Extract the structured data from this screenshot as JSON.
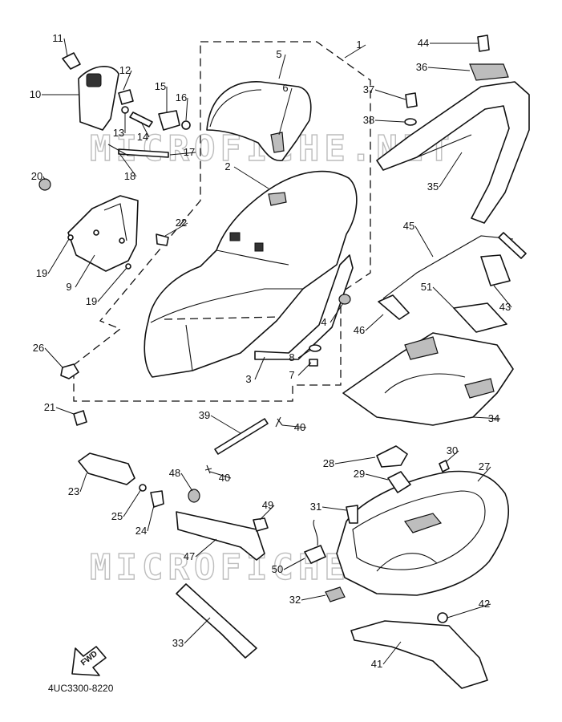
{
  "watermark": "MICROFICHE.NET",
  "diagram_code": "4UC3300-8220",
  "fwd_label": "FWD",
  "labels": [
    "1",
    "2",
    "3",
    "4",
    "5",
    "6",
    "7",
    "8",
    "9",
    "10",
    "11",
    "12",
    "13",
    "14",
    "15",
    "16",
    "17",
    "18",
    "19",
    "19",
    "20",
    "21",
    "22",
    "23",
    "24",
    "25",
    "26",
    "27",
    "28",
    "29",
    "30",
    "31",
    "32",
    "33",
    "34",
    "35",
    "36",
    "37",
    "38",
    "39",
    "40",
    "40",
    "41",
    "42",
    "43",
    "44",
    "45",
    "46",
    "47",
    "48",
    "49",
    "50",
    "51"
  ]
}
